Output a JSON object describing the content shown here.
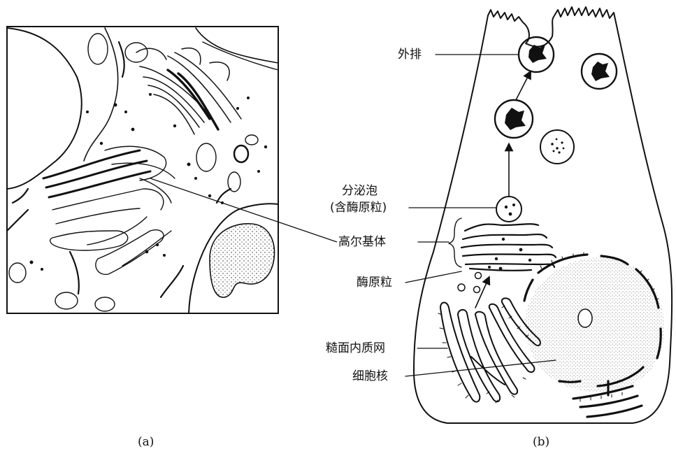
{
  "panel_a": {
    "caption": "(a)"
  },
  "panel_b": {
    "caption": "(b)",
    "labels": {
      "exocytosis": "外排",
      "secretory_vesicle_1": "分泌泡",
      "secretory_vesicle_2": "(含酶原粒)",
      "golgi": "高尔基体",
      "zymogen": "酶原粒",
      "rer": "糙面内质网",
      "nucleus": "细胞核"
    }
  }
}
